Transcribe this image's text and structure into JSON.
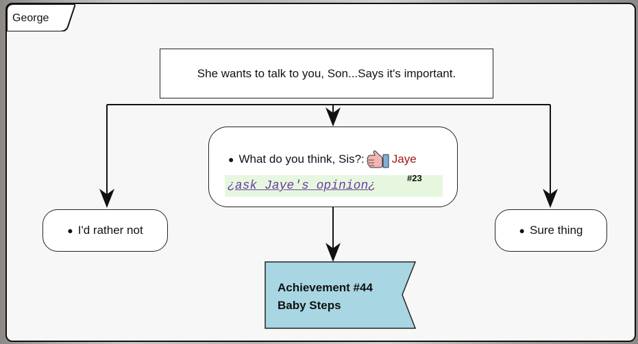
{
  "tab": {
    "label": "George"
  },
  "prompt": {
    "text": "She wants to talk to you, Son...Says it's important."
  },
  "choices": {
    "left": {
      "bullet": "●",
      "label": "I'd rather not"
    },
    "middle": {
      "bullet": "●",
      "label": "What do you think, Sis?:",
      "icon": "thumbs-up-icon",
      "speaker": "Jaye",
      "condition_open": "¿",
      "condition": "ask Jaye's opinion",
      "condition_close": "¿",
      "condition_id": "#23"
    },
    "right": {
      "bullet": "●",
      "label": "Sure thing"
    }
  },
  "achievement": {
    "line1": "Achievement #44",
    "line2": "Baby Steps"
  },
  "colors": {
    "speaker": "#a3161a",
    "condition_text": "#6a3fa0",
    "condition_bg": "#e7f7df",
    "achievement_fill": "#a9d6e3"
  }
}
